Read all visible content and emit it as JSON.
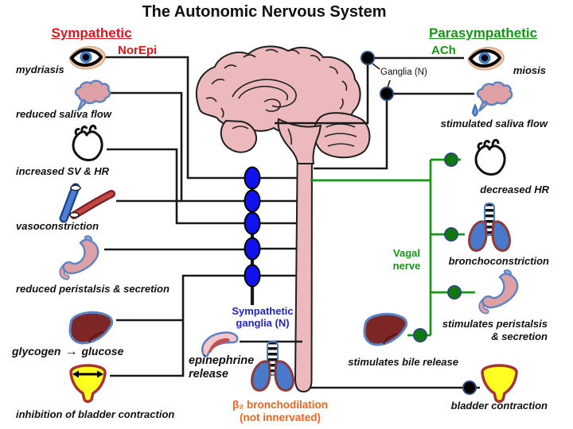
{
  "title": "The Autonomic Nervous System",
  "colors": {
    "sym_red": "#E2151B",
    "para_green": "#169616",
    "ganglion_green": "#0E7A0E",
    "sym_blue": "#1212EE",
    "ganglia_text_blue": "#2222CC",
    "orange": "#F26321",
    "line_black": "#1A1A1A",
    "dot_ring": "#2B4C77",
    "organ_pink": "#ECB9BD",
    "organ_pink2": "#DCA0A5",
    "organ_blue_outline": "#5B83C4",
    "liver_red": "#7D2626",
    "lung_blue": "#4B79C9",
    "lung_outline": "#8E3B3B",
    "bladder_yellow": "#FFFF22",
    "bladder_outline": "#A83333"
  },
  "sympathetic": {
    "heading": "Sympathetic",
    "neurotransmitter": "NorEpi",
    "ganglia_label": {
      "line1": "Sympathetic",
      "line2": "ganglia (N)"
    },
    "effects": {
      "eye": "mydriasis",
      "salivary_gland": "reduced saliva flow",
      "heart": "increased SV & HR",
      "blood_vessels": "vasoconstriction",
      "stomach": "reduced peristalsis & secretion",
      "liver": {
        "from": "glycogen",
        "arrow": "→",
        "to": "glucose"
      },
      "bladder": "inhibition of bladder contraction"
    },
    "adrenal": {
      "line1": "epinephrine",
      "line2": "release"
    },
    "lungs": {
      "line1": "β₂ bronchodilation",
      "line2": "(not innervated)"
    }
  },
  "parasympathetic": {
    "heading": "Parasympathetic",
    "neurotransmitter": "ACh",
    "ganglia_label": "Ganglia (N)",
    "vagal_nerve": {
      "line1": "Vagal",
      "line2": "nerve"
    },
    "effects": {
      "eye": "miosis",
      "salivary_gland": "stimulated saliva flow",
      "heart": "decreased HR",
      "lungs": "bronchoconstriction",
      "stomach": {
        "line1": "stimulates peristalsis",
        "line2": "& secretion"
      },
      "liver": "stimulates bile release",
      "bladder": "bladder contraction"
    }
  }
}
